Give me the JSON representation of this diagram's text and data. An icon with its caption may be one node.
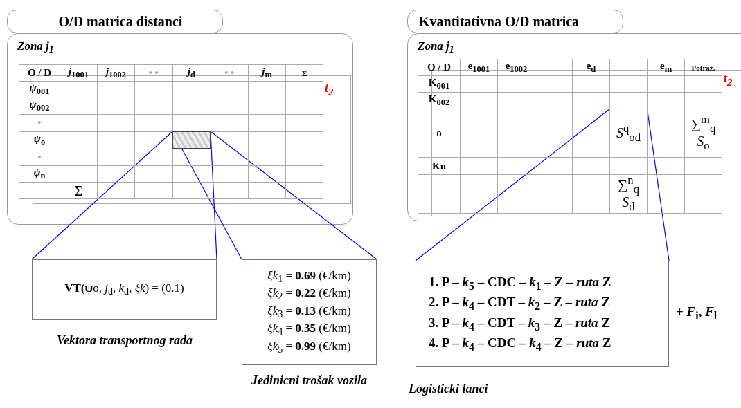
{
  "diagram": {
    "nodes": [
      {
        "text": [
          "O/D matrica distanci"
        ]
      },
      {
        "text": [
          "Zona j$_{1}$"
        ]
      },
      {
        "text": [],
        "shape": "box",
        "in": 1
      },
      {
        "text": [
          "**VT(ψ**o, *j*$_{d}$, *k*$_{d}$, *ξk*) = (0.1)"
        ],
        "beside": [
          "Vektora transportnog rada"
        ]
      },
      {
        "text": [
          "*ξk*$_{1}$ = **0.69** (€/km)",
          "*ξk*$_{2}$ = **0.22** (€/km)",
          "*ξk*$_{3}$ = **0.13** (€/km)",
          "*ξk*$_{4}$ = **0.35** (€/km)",
          "*ξk*$_{5}$ = **0.99** (€/km)"
        ],
        "beside": [
          "Jedinicni trošak vozila"
        ]
      },
      {
        "text": [
          "Kvantitativna O/D matrica"
        ]
      },
      {
        "text": [
          "Zona j$_{1}$"
        ]
      },
      {
        "text": [
          "*S*$^{q}$$_{od}$"
        ],
        "in": 6
      },
      {
        "text": [
          "1. P – *k*$_{5}$ – CDC – *k*$_{1}$ – Z – *ruta* Z",
          "2. P – *k*$_{4}$ – CDT – *k*$_{2}$ – Z – *ruta* Z",
          "3. P – *k*$_{4}$ – CDT – *k*$_{3}$ – Z – *ruta* Z",
          "4. P – *k*$_{4}$ – CDC – *k*$_{4}$ – Z – *ruta* Z"
        ],
        "beside": [
          "Logisticki lanci"
        ]
      }
    ],
    "edges": [
      {
        "from": 2,
        "to": 3,
        "arrow": "none",
        "color": "#0000ff"
      },
      {
        "from": 2,
        "to": 3,
        "arrow": "none",
        "color": "#0000ff"
      },
      {
        "from": 2,
        "to": 4,
        "arrow": "none",
        "color": "#0000ff"
      },
      {
        "from": 2,
        "to": 4,
        "arrow": "none",
        "color": "#0000ff"
      },
      {
        "from": 7,
        "to": 8,
        "arrow": "none",
        "color": "#0000ff"
      },
      {
        "from": 7,
        "to": 8,
        "arrow": "none",
        "color": "#0000ff"
      }
    ],
    "labels": [
      "O / D",
      "*j*$_{1001}$",
      "*j*$_{1002}$",
      "• •",
      "*j*$_{d}$",
      "• •",
      "*j*$_{m}$",
      "Σ",
      "*ψ*$_{001}$",
      "*ψ*$_{002}$",
      "•",
      "*ψ*$_{o}$",
      "•",
      "*ψ*$_{n}$",
      "Σ",
      "t$_{2}$",
      "O / D",
      "e$_{1001}$",
      "e$_{1002}$",
      "e$_{d}$",
      "e$_{m}$",
      "Potraž.",
      "K$_{001}$",
      "K$_{002}$",
      "o",
      "∑$^{m}$$_{q}$ *S*$_{o}$",
      "Kn",
      "∑$^{n}$$_{q}$ *S*$_{d}$",
      "t$_{2}$",
      "+ *F*$_{i}$, *F*$_{l}$"
    ]
  }
}
